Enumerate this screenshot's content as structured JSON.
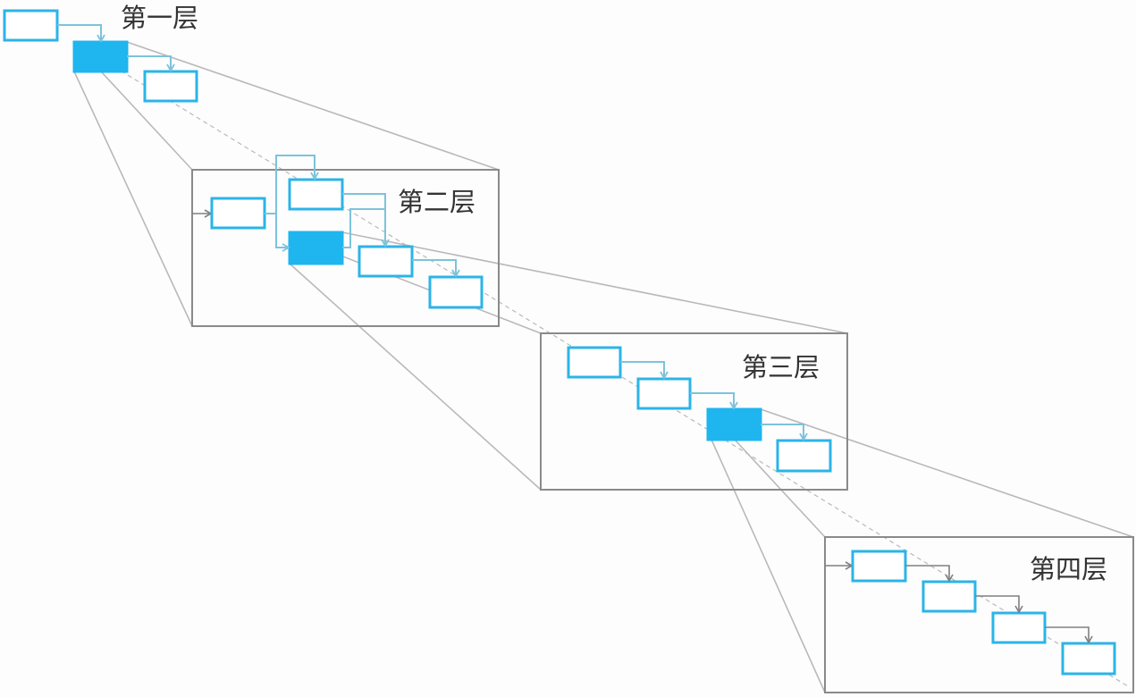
{
  "layers": [
    {
      "label": "第一层"
    },
    {
      "label": "第二层"
    },
    {
      "label": "第三层"
    },
    {
      "label": "第四层"
    }
  ],
  "colors": {
    "node": "#2bb4e8",
    "active_node": "#1fb5ee",
    "frame": "#8a8a8a"
  }
}
